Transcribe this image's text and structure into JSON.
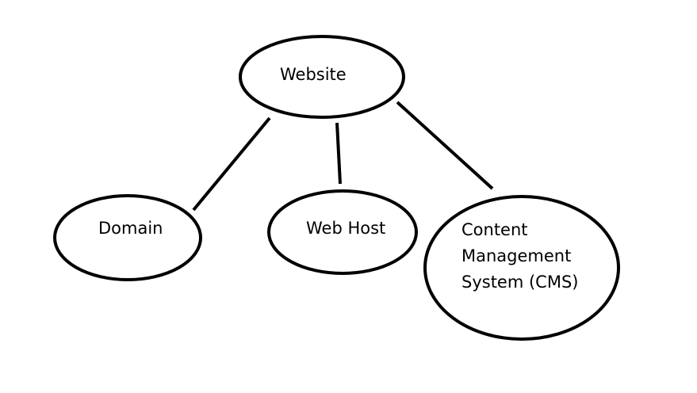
{
  "diagram": {
    "nodes": {
      "website": {
        "label": "Website"
      },
      "domain": {
        "label": "Domain"
      },
      "web_host": {
        "label": "Web Host"
      },
      "cms": {
        "lines": [
          "Content",
          "Management",
          "System (CMS)"
        ]
      }
    },
    "edges": [
      {
        "from": "Website",
        "to": "Domain"
      },
      {
        "from": "Website",
        "to": "Web Host"
      },
      {
        "from": "Website",
        "to": "Content Management System (CMS)"
      }
    ],
    "stroke_color": "#000000",
    "background_color": "#ffffff"
  }
}
